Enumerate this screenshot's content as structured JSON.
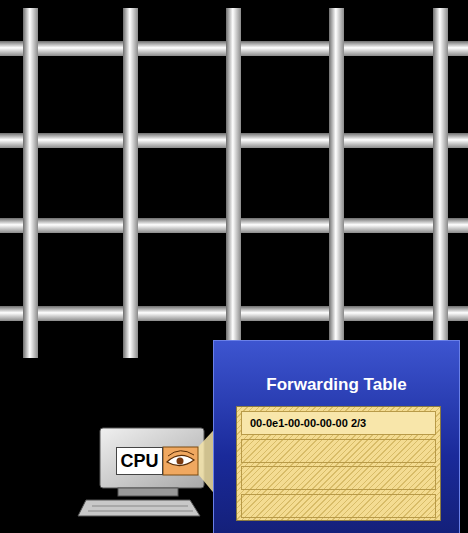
{
  "diagram": {
    "nodes": [
      {
        "text": [
          "Forwarding Table"
        ]
      },
      {
        "text": [
          "CPU"
        ]
      }
    ],
    "labels": [
      "00-0e1-00-00-00-00 2/3"
    ]
  }
}
